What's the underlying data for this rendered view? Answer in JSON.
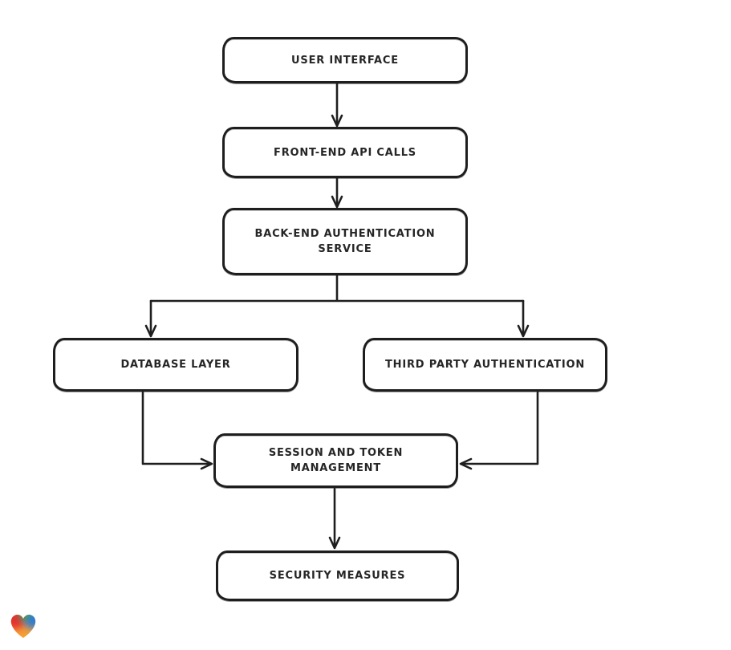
{
  "diagram": {
    "stroke_color": "#1e1e1e",
    "node_fill": "#ffffff",
    "text_color": "#262626",
    "nodes": {
      "user_interface": {
        "label": "USER INTERFACE"
      },
      "front_end_api_calls": {
        "label": "FRONT-END API CALLS"
      },
      "back_end_auth_service": {
        "label": "BACK-END AUTHENTICATION SERVICE"
      },
      "database_layer": {
        "label": "DATABASE LAYER"
      },
      "third_party_auth": {
        "label": "THIRD PARTY AUTHENTICATION"
      },
      "session_token_mgmt": {
        "label": "SESSION AND TOKEN MANAGEMENT"
      },
      "security_measures": {
        "label": "SECURITY MEASURES"
      }
    },
    "edges": [
      {
        "from": "user_interface",
        "to": "front_end_api_calls"
      },
      {
        "from": "front_end_api_calls",
        "to": "back_end_auth_service"
      },
      {
        "from": "back_end_auth_service",
        "to": "database_layer"
      },
      {
        "from": "back_end_auth_service",
        "to": "third_party_auth"
      },
      {
        "from": "database_layer",
        "to": "session_token_mgmt"
      },
      {
        "from": "third_party_auth",
        "to": "session_token_mgmt"
      },
      {
        "from": "session_token_mgmt",
        "to": "security_measures"
      }
    ]
  },
  "logo": {
    "name": "heart-watermark",
    "colors": {
      "red": "#e5312e",
      "green": "#3aa64f",
      "blue": "#2e7cd4",
      "orange": "#f79f36"
    }
  }
}
